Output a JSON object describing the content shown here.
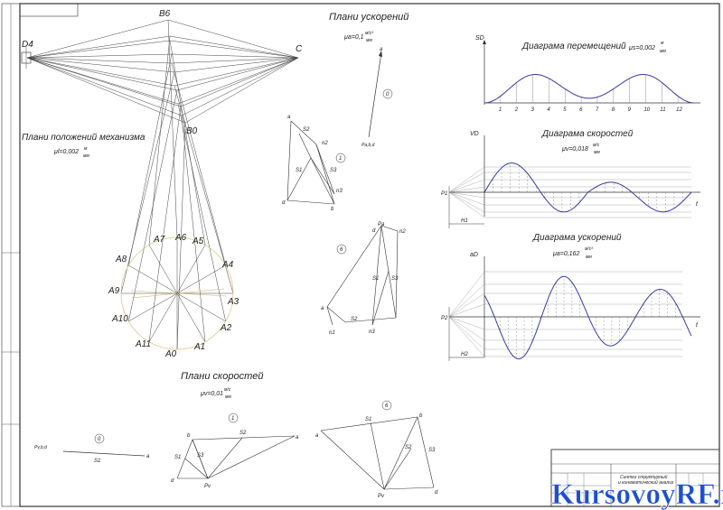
{
  "mechanism": {
    "title": "Плани положений механизма",
    "scale": "μl=0,002",
    "scale_unit_num": "м",
    "scale_unit_den": "мм",
    "points": {
      "B6": "B6",
      "D4": "D4",
      "C": "C",
      "B0": "B0"
    },
    "a_labels": [
      "A0",
      "A1",
      "A2",
      "A3",
      "A4",
      "A5",
      "A6",
      "A7",
      "A8",
      "A9",
      "A10",
      "A11"
    ]
  },
  "accel_plans": {
    "title": "Плани ускорений",
    "scale": "μa=0,1",
    "scale_unit_num": "м/с²",
    "scale_unit_den": "мм",
    "circle_labels": [
      "0",
      "1",
      "6"
    ],
    "plan0_labels": {
      "a": "a",
      "pole": "Pa,b,d"
    },
    "plan1_labels": {
      "a": "a",
      "s2": "S2",
      "s3": "S3",
      "s1": "S1",
      "b": "b",
      "n2": "n2",
      "n3": "n3",
      "d": "d"
    },
    "plan6_labels": {
      "pa": "Pa",
      "d": "d",
      "n2": "n2",
      "s1": "S1",
      "s3": "S3",
      "n1": "n1",
      "s2": "S2",
      "a": "a",
      "n3": "n3"
    }
  },
  "velocity_plans": {
    "title": "Плани скоростей",
    "scale": "μv=0,01",
    "scale_unit_num": "м/с",
    "scale_unit_den": "мм",
    "circle_labels": [
      "0",
      "1",
      "6"
    ],
    "plan0_labels": {
      "pole": "Pv,b,d",
      "s1": "S1",
      "a": "a"
    },
    "plan1_labels": {
      "b": "b",
      "s1": "S1",
      "s3": "S3",
      "a": "a",
      "s2": "S2",
      "d": "d",
      "pv": "Pv"
    },
    "plan6_labels": {
      "a": "a",
      "s1": "S1",
      "b": "b",
      "s3": "S3",
      "s2": "S2",
      "d": "d",
      "pv": "Pv"
    }
  },
  "displacement_diagram": {
    "title": "Диаграма перемещений",
    "scale": "μs=0,002",
    "scale_unit_num": "м",
    "scale_unit_den": "мм",
    "axis_y": "SD",
    "x_ticks": [
      "1",
      "2",
      "3",
      "4",
      "5",
      "6",
      "7",
      "8",
      "9",
      "10",
      "11",
      "12"
    ]
  },
  "velocity_diagram": {
    "title": "Диаграма скоростей",
    "scale": "μv=0,018",
    "scale_unit_num": "м/с",
    "scale_unit_den": "мм",
    "axis_y": "VD",
    "axis_x": "t",
    "pole": "P1",
    "h_label": "H1"
  },
  "acceleration_diagram": {
    "title": "Диаграма ускорений",
    "scale": "μa=0,162",
    "scale_unit_num": "м/с²",
    "scale_unit_den": "мм",
    "axis_y": "aD",
    "axis_x": "t",
    "pole": "P2",
    "h_label": "H2"
  },
  "title_block": {
    "name_line1": "Синтез структурный",
    "name_line2": "и кинематический анализ"
  },
  "watermark": "KursovoyRF.ru"
}
